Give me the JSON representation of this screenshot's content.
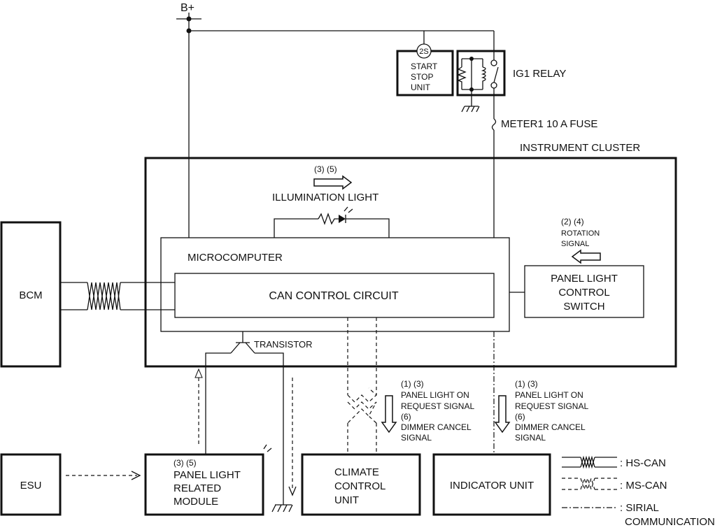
{
  "power": {
    "supply_label": "B+"
  },
  "relay": {
    "start_stop_unit_code": "2S",
    "start_stop_lines": [
      "START",
      "STOP",
      "UNIT"
    ],
    "relay_label": "IG1 RELAY",
    "fuse_label": "METER1 10 A FUSE"
  },
  "cluster": {
    "title": "INSTRUMENT CLUSTER",
    "illumination_steps": "(3) (5)",
    "illumination_label": "ILLUMINATION LIGHT",
    "microcomputer_label": "MICROCOMPUTER",
    "can_circuit_label": "CAN CONTROL CIRCUIT",
    "transistor_label": "TRANSISTOR",
    "rotation_steps": "(2) (4)",
    "rotation_lines": [
      "ROTATION",
      "SIGNAL"
    ],
    "panel_switch_lines": [
      "PANEL LIGHT",
      "CONTROL",
      "SWITCH"
    ]
  },
  "bcm": {
    "label": "BCM"
  },
  "esu": {
    "label": "ESU"
  },
  "panel_module": {
    "steps": "(3) (5)",
    "lines": [
      "PANEL LIGHT",
      "RELATED",
      "MODULE"
    ]
  },
  "climate_unit": {
    "lines": [
      "CLIMATE",
      "CONTROL",
      "UNIT"
    ]
  },
  "indicator_unit": {
    "label": "INDICATOR UNIT"
  },
  "signal_to_climate": {
    "lines": [
      "(1) (3)",
      "PANEL LIGHT ON",
      "REQUEST SIGNAL",
      "(6)",
      "DIMMER CANCEL",
      "SIGNAL"
    ]
  },
  "signal_to_indicator": {
    "lines": [
      "(1) (3)",
      "PANEL LIGHT ON",
      "REQUEST SIGNAL",
      "(6)",
      "DIMMER CANCEL",
      "SIGNAL"
    ]
  },
  "legend": {
    "hs_can": ": HS-CAN",
    "ms_can": ": MS-CAN",
    "serial_lines": [
      ": SIRIAL",
      "COMMUNICATION"
    ]
  }
}
